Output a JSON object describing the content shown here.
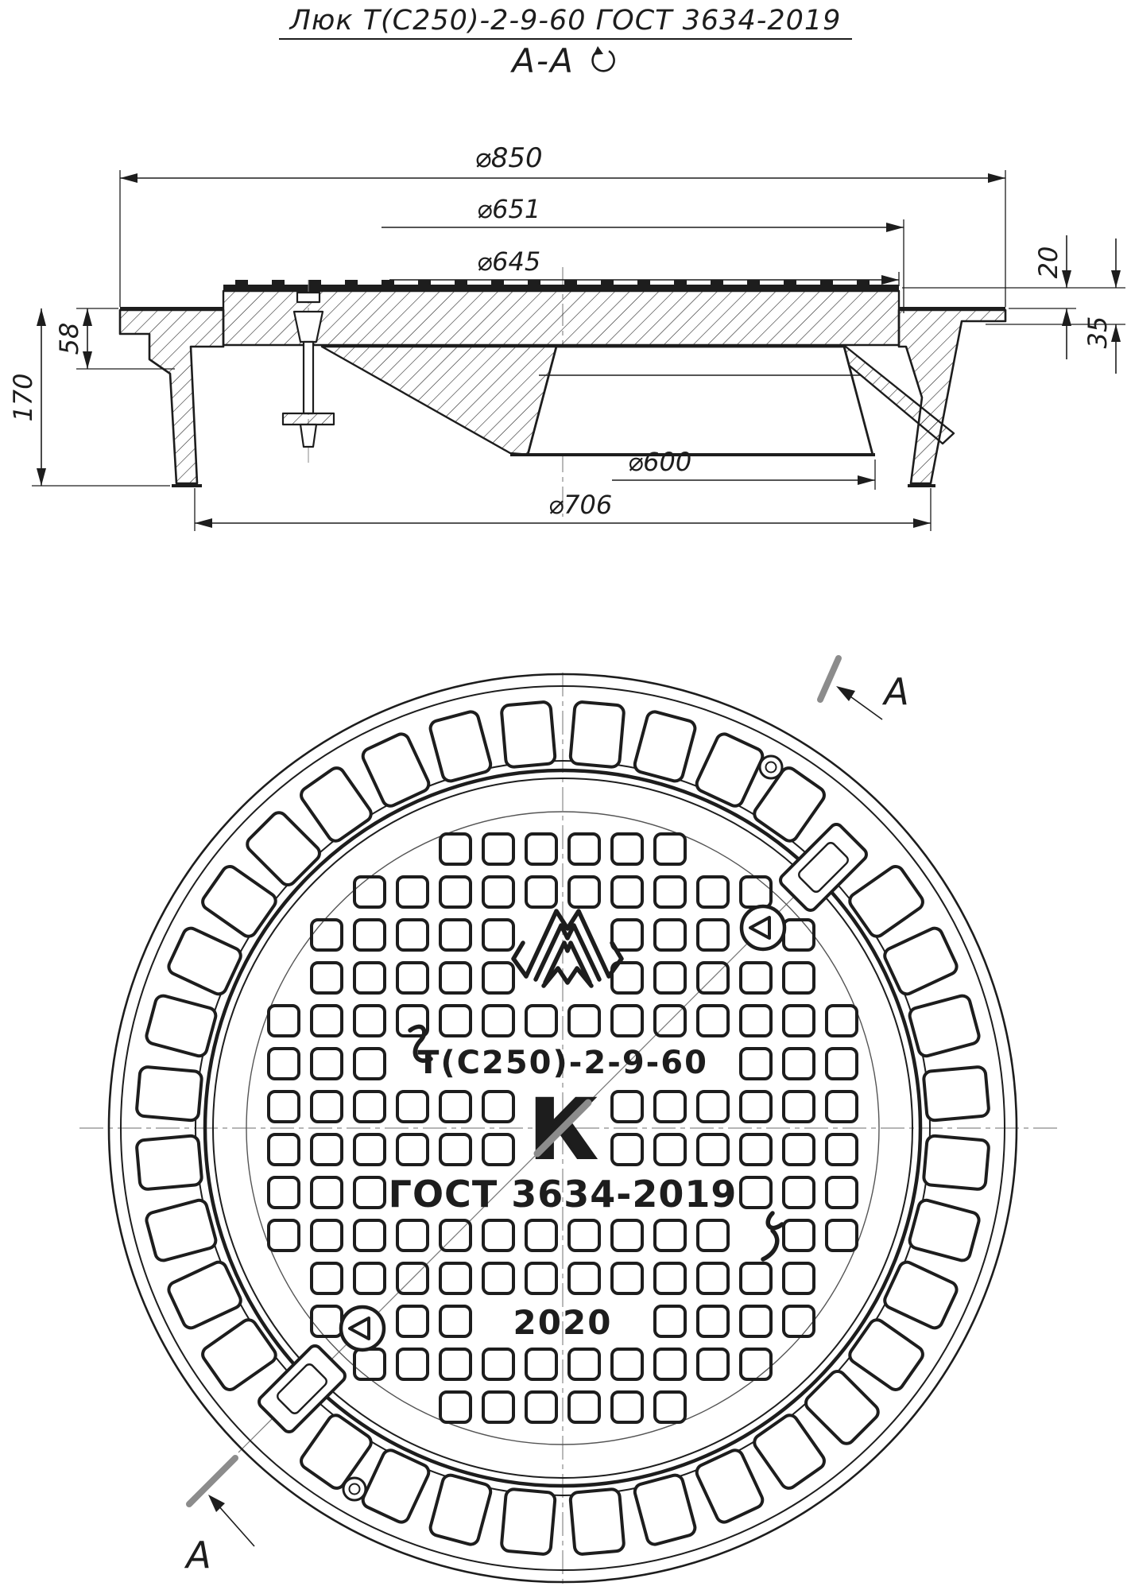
{
  "title": "Люк Т(С250)-2-9-60  ГОСТ 3634-2019",
  "section": {
    "label": "А-А",
    "rotated_icon": "rotated-view-icon",
    "marker_letter": "А"
  },
  "dimensions": {
    "d850": "⌀850",
    "d651": "⌀651",
    "d645": "⌀645",
    "d600": "⌀600",
    "d706": "⌀706",
    "v20": "20",
    "v35": "35",
    "v58": "58",
    "v170": "170"
  },
  "cover_marking": {
    "line1": "Т(С250)-2-9-60",
    "letter": "К",
    "line2": "ГОСТ 3634-2019",
    "year": "2020",
    "logo": "manufacturer-logo"
  },
  "colors": {
    "line": "#1d1d1d",
    "section_trace": "#8c8c8c",
    "background": "#ffffff"
  }
}
